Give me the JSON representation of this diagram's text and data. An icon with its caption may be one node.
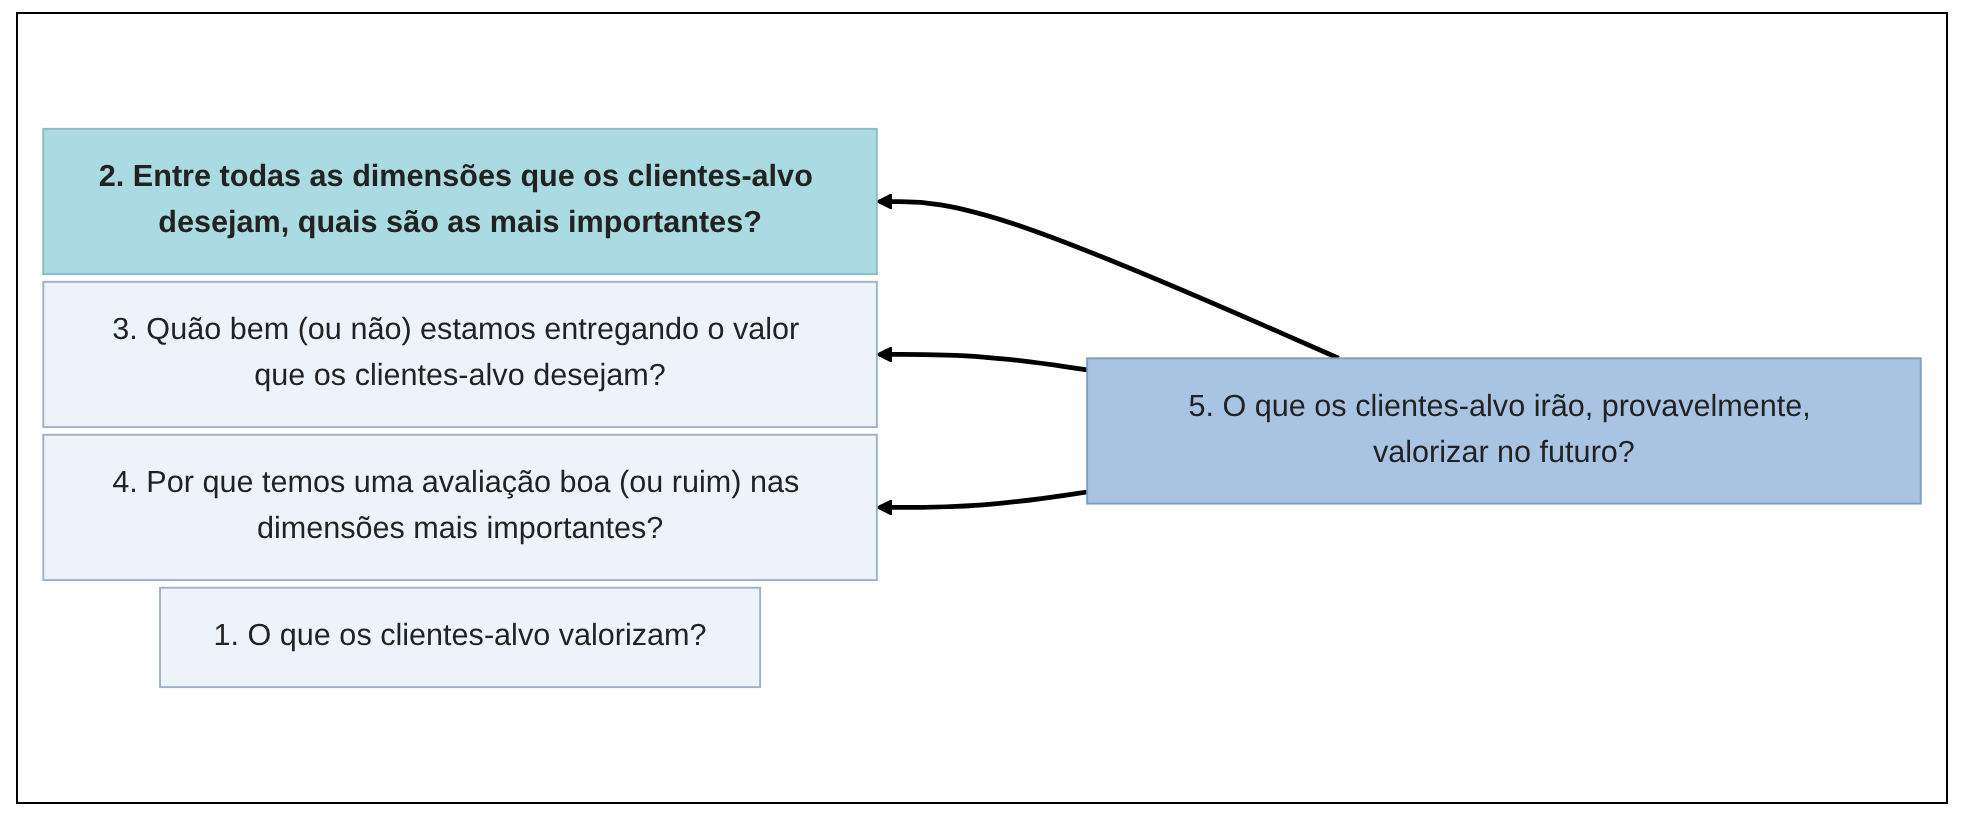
{
  "diagram": {
    "nodes": [
      {
        "text": [
          "1. O que os clientes-alvo valorizam?"
        ]
      },
      {
        "text": [
          "2. Entre todas as dimensões que os clientes-alvo desejam, quais são as mais importantes?"
        ]
      },
      {
        "text": [
          "3. Quão bem (ou não) estamos entregando o valor que os clientes-alvo desejam?"
        ]
      },
      {
        "text": [
          "4. Por que temos uma avaliação boa (ou ruim) nas dimensões mais importantes?"
        ]
      },
      {
        "text": [
          "5. O que os clientes-alvo irão, provavelmente, valorizar no futuro?"
        ]
      }
    ],
    "edges": [
      {
        "from": 4,
        "to": 1,
        "arrow": "to"
      },
      {
        "from": 4,
        "to": 2,
        "arrow": "to"
      },
      {
        "from": 4,
        "to": 3,
        "arrow": "to"
      }
    ]
  }
}
